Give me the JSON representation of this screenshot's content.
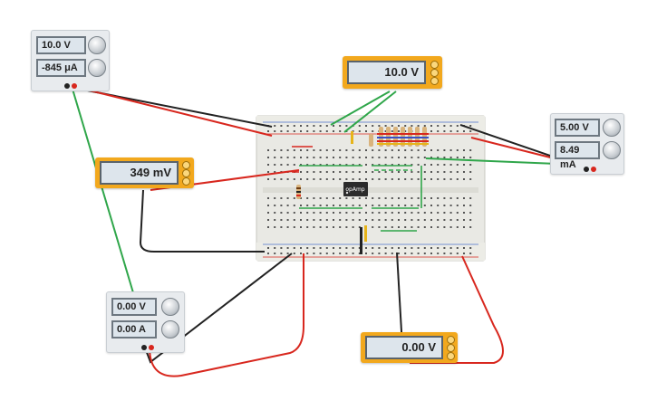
{
  "psu_top_left": {
    "voltage": "10.0 V",
    "current": "-845 μA"
  },
  "psu_right": {
    "voltage": "5.00 V",
    "current": "8.49 mA"
  },
  "psu_bottom_left": {
    "voltage": "0.00 V",
    "current": "0.00 A"
  },
  "meter_top": {
    "reading": "10.0 V"
  },
  "meter_left": {
    "reading": "349 mV"
  },
  "meter_bottom": {
    "reading": "0.00 V"
  },
  "chip": {
    "label": "opAmp"
  },
  "colors": {
    "wire_red": "#d8271e",
    "wire_black": "#222222",
    "wire_green": "#2fa64a",
    "meter_orange": "#f2a81d"
  },
  "icons": [
    "knob-icon",
    "terminal-icon",
    "resistor-icon",
    "opamp-chip-icon"
  ]
}
